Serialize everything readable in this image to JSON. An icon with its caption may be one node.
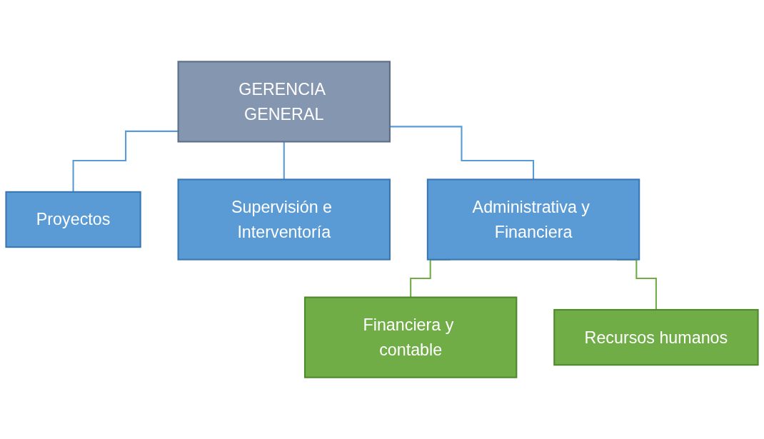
{
  "diagram": {
    "nodes": [
      {
        "text": [
          "GERENCIA GENERAL"
        ]
      },
      {
        "text": [
          "Proyectos"
        ]
      },
      {
        "text": [
          "Supervisión e Interventoría"
        ]
      },
      {
        "text": [
          "Administrativa y Financiera"
        ]
      },
      {
        "text": [
          "Financiera y contable"
        ]
      },
      {
        "text": [
          "Recursos humanos"
        ]
      }
    ],
    "edges": [
      {
        "from": 0,
        "to": 1,
        "arrow": "none"
      },
      {
        "from": 0,
        "to": 2,
        "arrow": "none"
      },
      {
        "from": 0,
        "to": 3,
        "arrow": "none"
      },
      {
        "from": 3,
        "to": 4,
        "arrow": "none",
        "color": "#70ad47"
      },
      {
        "from": 3,
        "to": 5,
        "arrow": "none",
        "color": "#70ad47"
      }
    ]
  }
}
